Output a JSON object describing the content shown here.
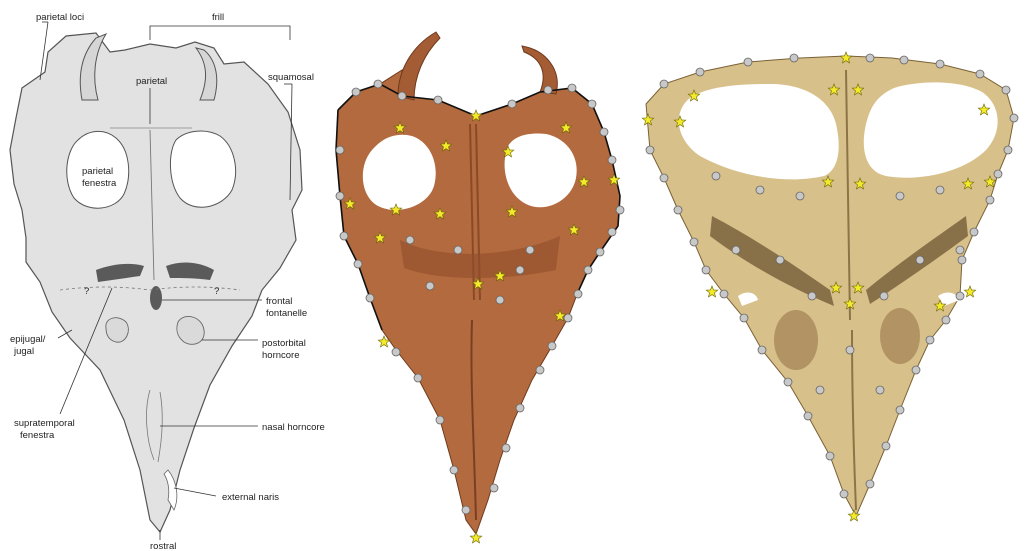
{
  "diagram": {
    "labels": {
      "parietal_loci": "parietal loci",
      "frill": "frill",
      "parietal": "parietal",
      "squamosal": "squamosal",
      "parietal_fenestra_line1": "parietal",
      "parietal_fenestra_line2": "fenestra",
      "q_left": "?",
      "q_right": "?",
      "frontal_fontanelle_line1": "frontal",
      "frontal_fontanelle_line2": "fontanelle",
      "epijugal_line1": "epijugal/",
      "epijugal_line2": "jugal",
      "postorbital_line1": "postorbital",
      "postorbital_line2": "horncore",
      "supratemporal_line1": "supratemporal",
      "supratemporal_line2": "fenestra",
      "nasal_horncore": "nasal horncore",
      "external_naris": "external naris",
      "rostral": "rostral"
    }
  },
  "landmarks": {
    "fixed_marker": "circle",
    "sliding_marker": "star",
    "fixed_color": "#c8c8c8",
    "sliding_color": "#f2ea2a"
  },
  "colors": {
    "drawing_fill": "#e2e2e2",
    "drawing_stroke": "#555555",
    "fenestra_dark": "#5a5a5a",
    "skull_brown": "#b36a3e",
    "skull_brown_dark": "#6e3a1e",
    "skull_beige": "#d8c08a",
    "skull_beige_dark": "#7a6136"
  }
}
